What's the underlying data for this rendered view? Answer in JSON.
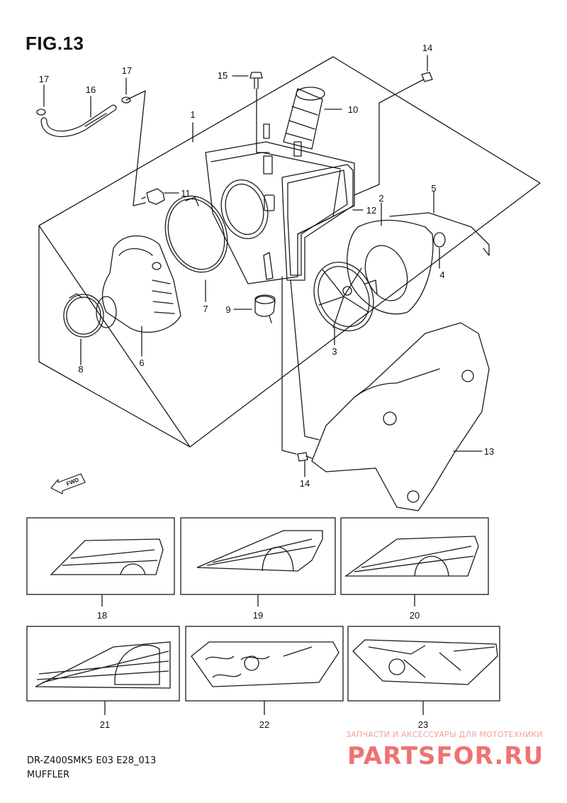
{
  "header": {
    "title": "FIG.13"
  },
  "parts": {
    "p1": "1",
    "p2": "2",
    "p3": "3",
    "p4": "4",
    "p5": "5",
    "p6": "6",
    "p7": "7",
    "p8": "8",
    "p9": "9",
    "p10": "10",
    "p11": "11",
    "p12": "12",
    "p13": "13",
    "p14a": "14",
    "p14b": "14",
    "p15": "15",
    "p16": "16",
    "p17a": "17",
    "p17b": "17",
    "p18": "18",
    "p19": "19",
    "p20": "20",
    "p21": "21",
    "p22": "22",
    "p23": "23"
  },
  "fwd_label": "FWD",
  "footer": {
    "model": "DR-Z400SMK5 E03 E28_013",
    "caption": "MUFFLER"
  },
  "watermark": {
    "subtitle": "ЗАПЧАСТИ И АКСЕССУАРЫ ДЛЯ МОТОТЕХНИКИ",
    "brand": "PARTSFOR.RU"
  },
  "colors": {
    "line": "#1a1a1a",
    "watermark": "#ed5a5a"
  }
}
